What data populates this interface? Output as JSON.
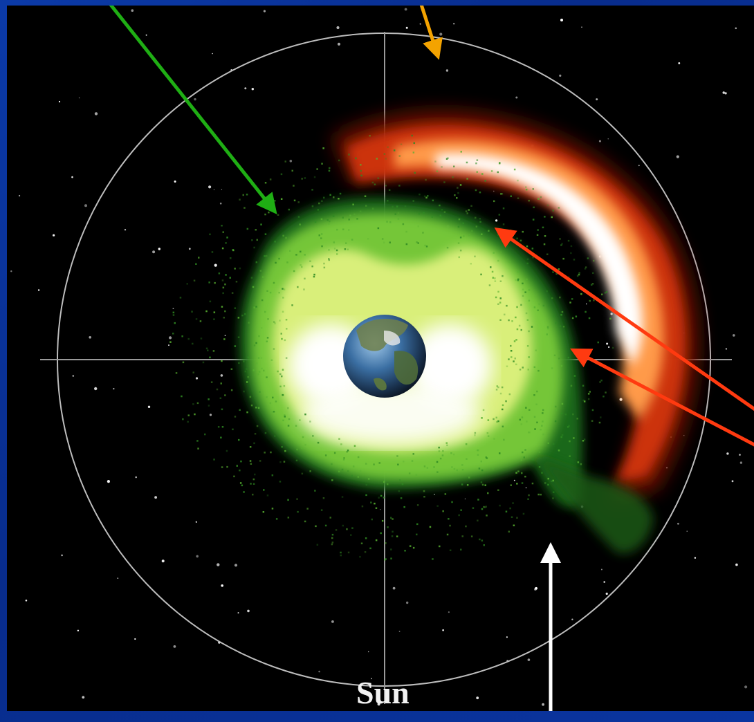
{
  "figure": {
    "labels": {
      "sun": "Sun"
    },
    "colors": {
      "frame": "#0a35a0",
      "background": "#000000",
      "plasmasphere": "#7ddc3a",
      "plasmasphere_core": "#f6ffd0",
      "ring_current": "#e0401a",
      "ring_current_core": "#ffffff",
      "arrow_green": "#1fae14",
      "arrow_orange": "#f4a300",
      "arrow_red": "#ff3a10",
      "arrow_white": "#ffffff",
      "orbit_circle": "#cfcfcf"
    },
    "arrows": [
      {
        "name": "plasmasphere-arrow",
        "color": "arrow_green"
      },
      {
        "name": "ring-current-arrow",
        "color": "arrow_orange"
      },
      {
        "name": "plasmapause-arrow-upper",
        "color": "arrow_red"
      },
      {
        "name": "plasmapause-arrow-lower",
        "color": "arrow_red"
      },
      {
        "name": "plume-arrow",
        "color": "arrow_white"
      }
    ],
    "icons": [
      "earth-icon",
      "star-field"
    ]
  }
}
